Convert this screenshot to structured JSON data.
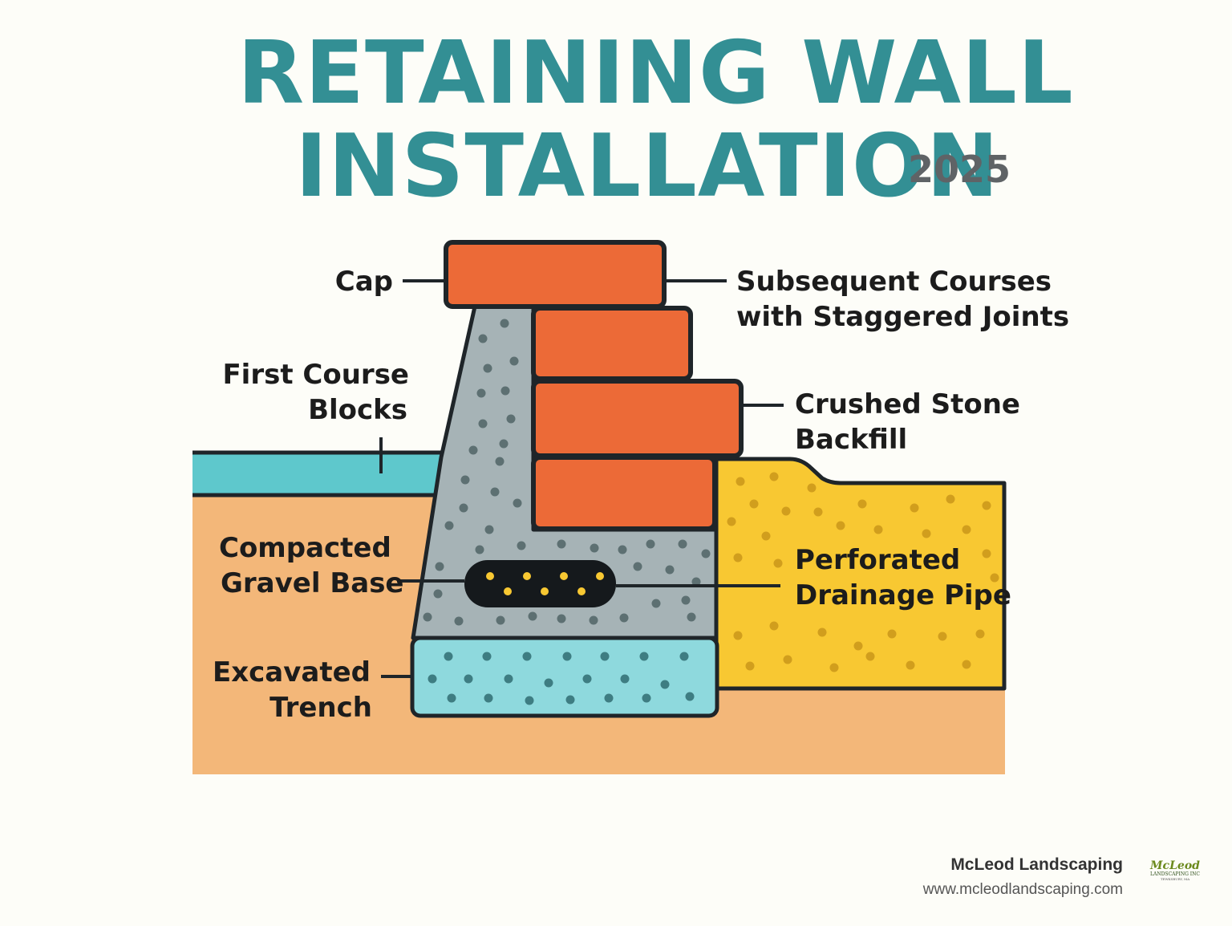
{
  "title": {
    "line1": "RETAINING WALL",
    "line2": "INSTALLATION",
    "year": "2025"
  },
  "labels": {
    "cap": "Cap",
    "subsequent_line1": "Subsequent Courses",
    "subsequent_line2": "with Staggered Joints",
    "first_course_line1": "First Course",
    "first_course_line2": "Blocks",
    "crushed_stone_line1": "Crushed Stone",
    "crushed_stone_line2": "Backfill",
    "compacted_line1": "Compacted",
    "compacted_line2": "Gravel Base",
    "perforated_line1": "Perforated",
    "perforated_line2": "Drainage Pipe",
    "excavated_line1": "Excavated",
    "excavated_line2": "Trench"
  },
  "footer": {
    "company": "McLeod Landscaping",
    "url": "www.mcleodlandscaping.com"
  },
  "logo": {
    "name": "McLeod",
    "subtitle": "LANDSCAPING INC",
    "tagline": "TEWKSBURY, MA"
  },
  "colors": {
    "title": "#338f94",
    "block": "#ec6a37",
    "gravel": "#a6b3b6",
    "backfill": "#f8c832",
    "soil": "#f3b779",
    "surface": "#5ec8cc",
    "trench": "#8ed9dd",
    "outline": "#1f2529"
  }
}
